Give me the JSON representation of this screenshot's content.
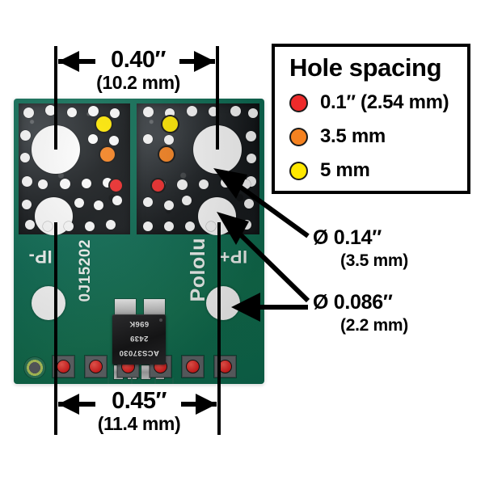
{
  "legend": {
    "title": "Hole spacing",
    "items": [
      {
        "label": "0.1″ (2.54 mm)",
        "color": "#EE2B2B",
        "icon": "filled-circle-icon"
      },
      {
        "label": "3.5 mm",
        "color": "#F58220",
        "icon": "filled-circle-icon"
      },
      {
        "label": "5 mm",
        "color": "#FFE800",
        "icon": "filled-circle-icon"
      }
    ]
  },
  "dimensions": {
    "top": {
      "inches": "0.40″",
      "metric": "(10.2 mm)"
    },
    "bottom": {
      "inches": "0.45″",
      "metric": "(11.4 mm)"
    }
  },
  "callouts": [
    {
      "id": "hole-large",
      "inches": "Ø 0.14″",
      "metric": "(3.5 mm)"
    },
    {
      "id": "hole-small",
      "inches": "Ø 0.086″",
      "metric": "(2.2 mm)"
    }
  ],
  "board": {
    "silkscreen": {
      "left_terminal": "IP-",
      "right_terminal": "IP+",
      "brand": "Pololu",
      "board_code": "0J15202"
    },
    "ic": {
      "part_number": "ACS37030",
      "date_code": "2439",
      "lot_code": "696K"
    },
    "colors": {
      "pcb_green": "#0E6E55",
      "copper_pour": "#44484b",
      "pad_red": "#E01F1F",
      "silkscreen_white": "#F2F7F4"
    },
    "pad_count": 6
  }
}
